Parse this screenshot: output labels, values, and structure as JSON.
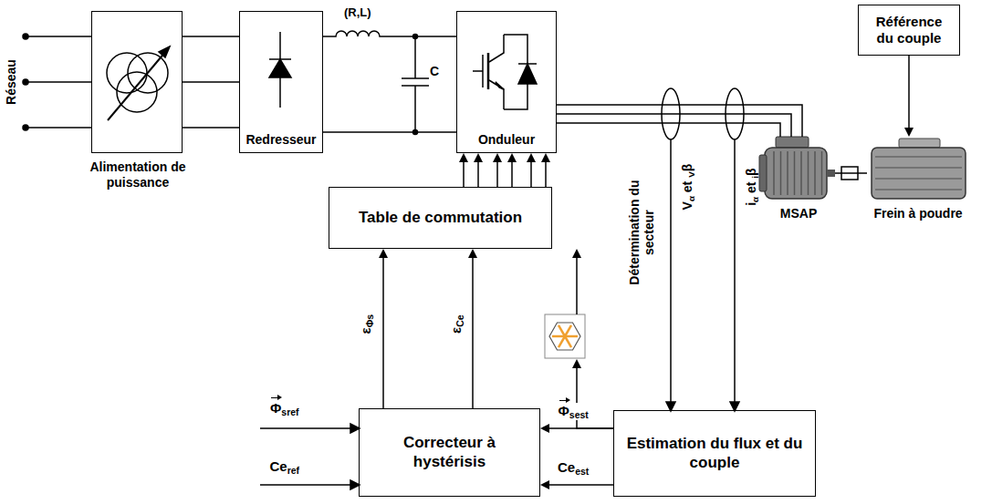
{
  "diagram": {
    "nodes": [
      {
        "text": [
          "Alimentation de puissance"
        ]
      },
      {
        "text": [
          "Redresseur"
        ]
      },
      {
        "text": [
          "Onduleur"
        ]
      },
      {
        "text": [
          "Référence du couple"
        ]
      },
      {
        "text": [
          "MSAP"
        ]
      },
      {
        "text": [
          "Frein à poudre"
        ]
      },
      {
        "text": [
          "Table de commutation"
        ]
      },
      {
        "text": [
          "Correcteur à hystérisis"
        ]
      },
      {
        "text": [
          "Estimation du flux et du couple"
        ]
      }
    ],
    "edges": [
      {
        "from": 0,
        "to": 1,
        "arrow": "none"
      },
      {
        "from": 1,
        "to": 2,
        "arrow": "none"
      },
      {
        "from": 2,
        "to": 4,
        "arrow": "none"
      },
      {
        "from": 6,
        "to": 2,
        "arrow": "to"
      },
      {
        "from": 7,
        "to": 6,
        "arrow": "to",
        "label": "εΦs"
      },
      {
        "from": 7,
        "to": 6,
        "arrow": "to",
        "label": "εCe"
      },
      {
        "from": 8,
        "to": 6,
        "arrow": "to"
      },
      {
        "from": 8,
        "to": 7,
        "arrow": "to",
        "label": "Φsest"
      },
      {
        "from": 8,
        "to": 7,
        "arrow": "to",
        "label": "Ceest"
      },
      {
        "from": 3,
        "to": 5,
        "arrow": "to"
      },
      {
        "from": 4,
        "to": 5,
        "arrow": "none"
      }
    ],
    "labels": [
      "Réseau",
      "(R,L)",
      "C",
      "Détermination du secteur",
      "Vα et Vβ",
      "iα et iβ",
      "Φsref",
      "Ceref"
    ]
  }
}
